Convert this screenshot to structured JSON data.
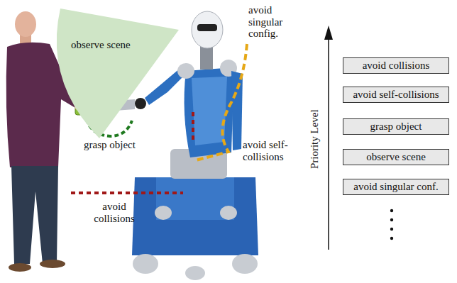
{
  "diagram": {
    "nodes": [
      {
        "text": [
          "observe scene"
        ]
      },
      {
        "text": [
          "avoid collisions"
        ]
      },
      {
        "text": [
          "avoid self-collisions"
        ]
      },
      {
        "text": [
          "grasp object"
        ]
      },
      {
        "text": [
          "observe scene"
        ]
      },
      {
        "text": [
          "avoid singular conf."
        ]
      }
    ],
    "labels": [
      "avoid singular config.",
      "grasp object",
      "avoid self- collisions",
      "avoid collisions",
      "Priority Level"
    ]
  }
}
